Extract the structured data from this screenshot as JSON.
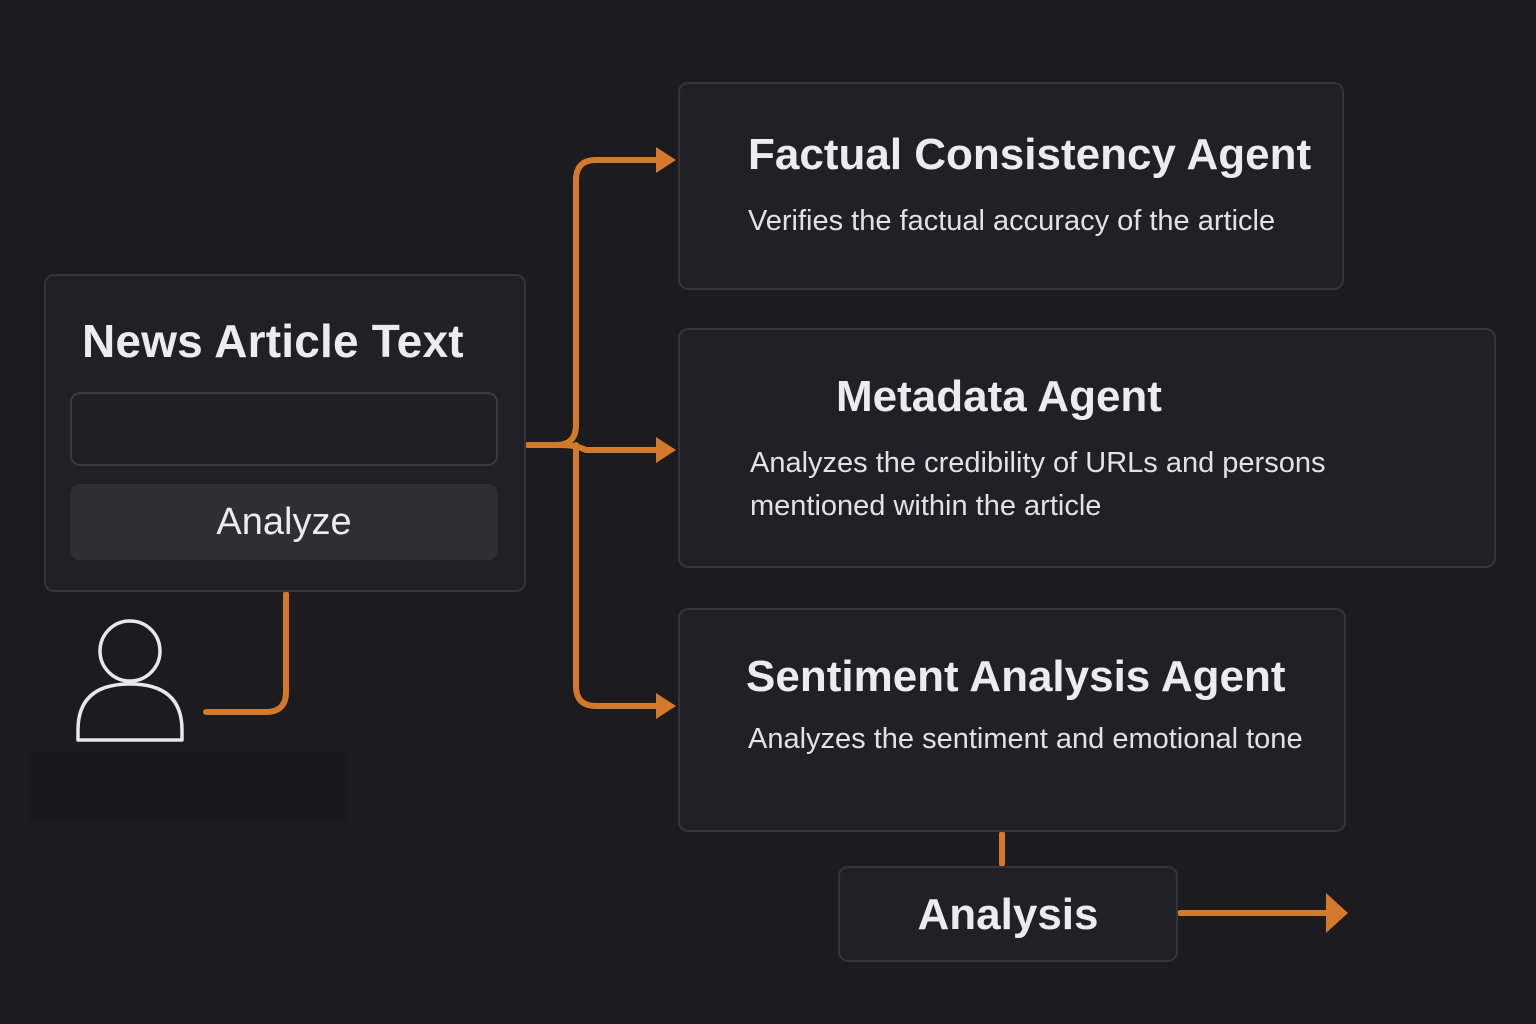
{
  "colors": {
    "background": "#1b1b20",
    "panel": "#202026",
    "border": "#34343b",
    "connector": "#d4782a",
    "text": "#ececee"
  },
  "input": {
    "title": "News Article Text",
    "text_value": "",
    "button_label": "Analyze"
  },
  "user": {
    "icon": "user-icon"
  },
  "agents": [
    {
      "title": "Factual Consistency Agent",
      "description": "Verifies the factual accuracy of the article"
    },
    {
      "title": "Metadata Agent",
      "description": "Analyzes the credibility of URLs and persons mentioned within the article"
    },
    {
      "title": "Sentiment Analysis Agent",
      "description": "Analyzes the sentiment and emotional tone"
    }
  ],
  "output": {
    "label": "Analysis"
  }
}
